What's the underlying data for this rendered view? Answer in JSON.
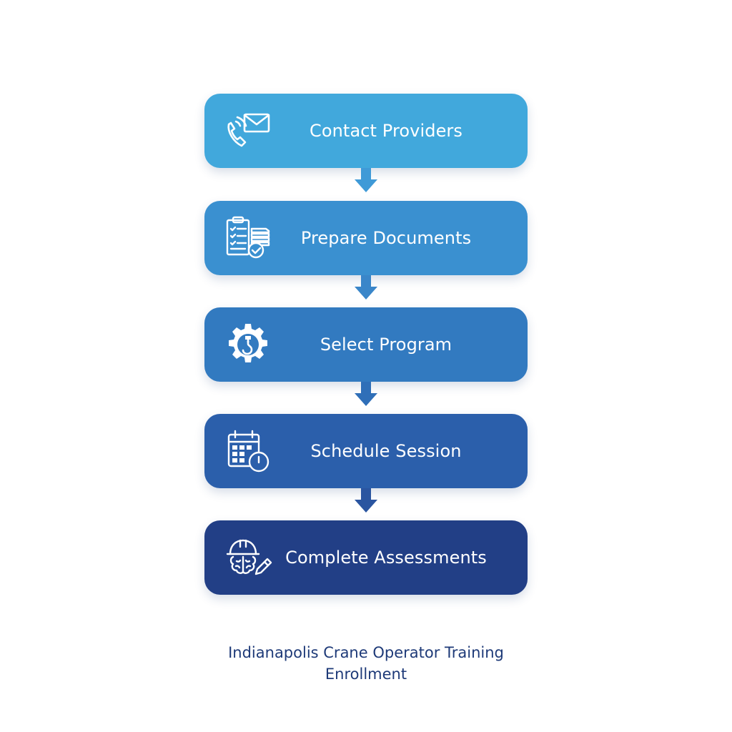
{
  "steps": [
    {
      "label": "Contact Providers",
      "icon": "phone-envelope-icon",
      "color": "#41a8dc"
    },
    {
      "label": "Prepare Documents",
      "icon": "document-checklist-icon",
      "color": "#3a90d0"
    },
    {
      "label": "Select Program",
      "icon": "gear-crane-hook-icon",
      "color": "#327ac0"
    },
    {
      "label": "Schedule Session",
      "icon": "calendar-clock-icon",
      "color": "#2b5fab"
    },
    {
      "label": "Complete Assessments",
      "icon": "helmet-brain-pencil-icon",
      "color": "#223f86"
    }
  ],
  "arrows": [
    "#3f9ad7",
    "#3a86c9",
    "#2f6fb8",
    "#2a55a0"
  ],
  "caption": {
    "line1": "Indianapolis Crane Operator Training",
    "line2": "Enrollment"
  }
}
